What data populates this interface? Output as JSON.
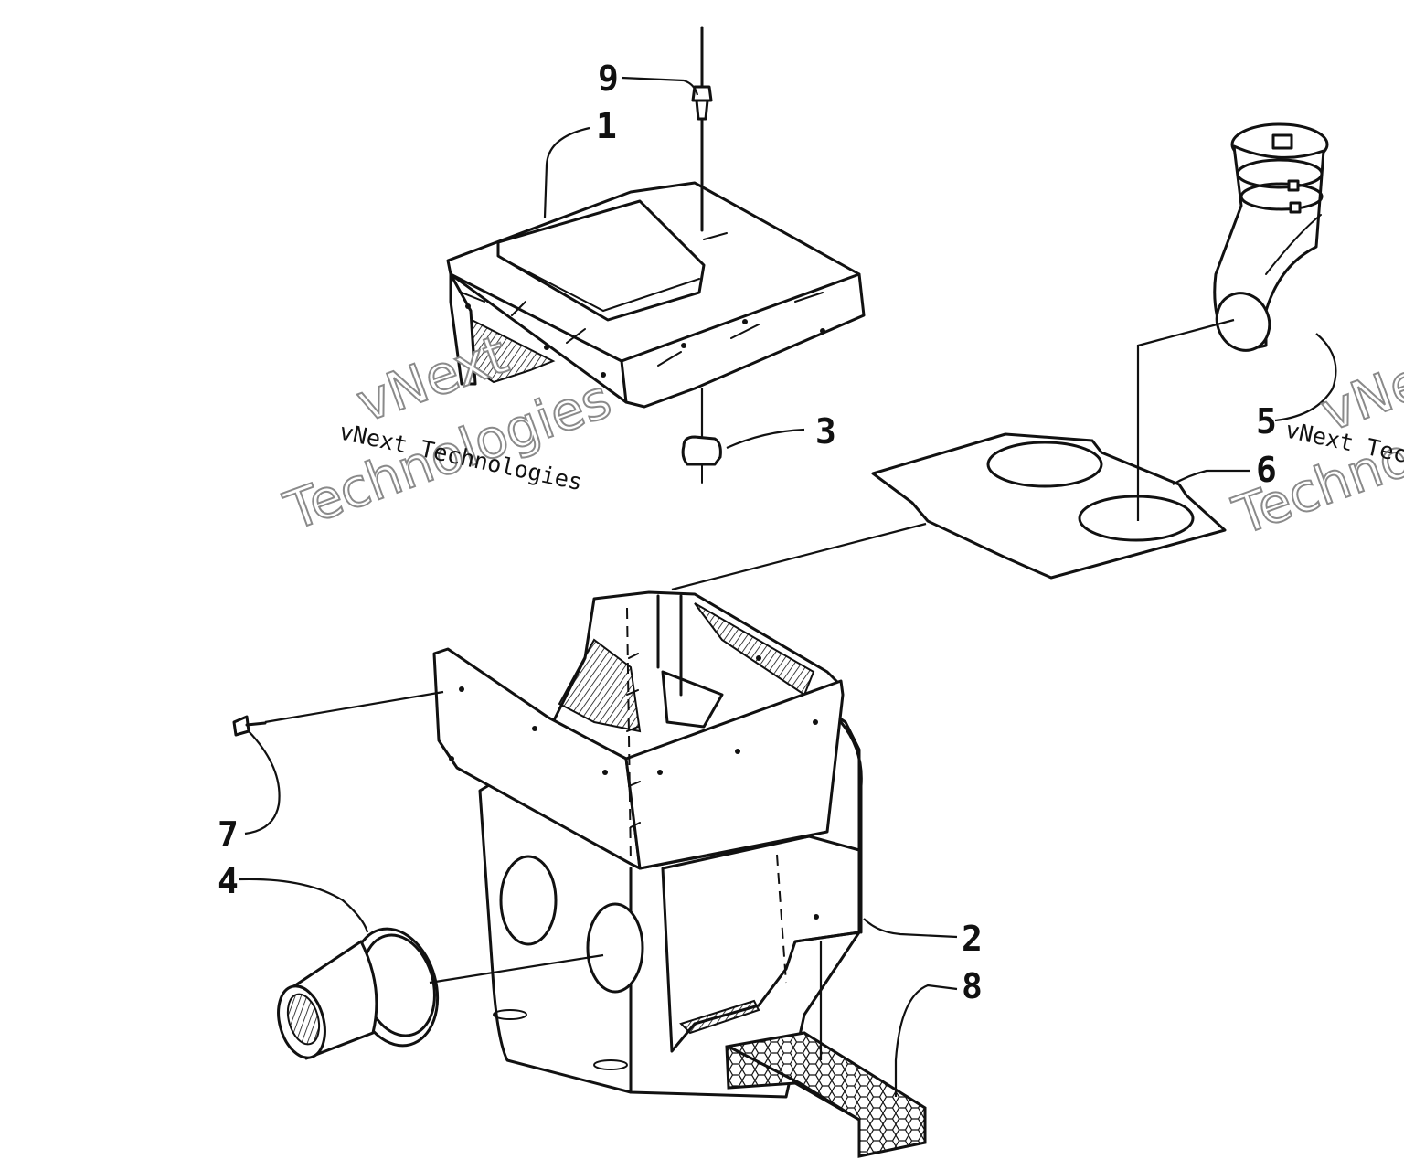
{
  "diagram": {
    "callouts": [
      {
        "id": "1",
        "label": "1"
      },
      {
        "id": "2",
        "label": "2"
      },
      {
        "id": "3",
        "label": "3"
      },
      {
        "id": "4",
        "label": "4"
      },
      {
        "id": "5",
        "label": "5"
      },
      {
        "id": "6",
        "label": "6"
      },
      {
        "id": "7",
        "label": "7"
      },
      {
        "id": "8",
        "label": "8"
      },
      {
        "id": "9",
        "label": "9"
      }
    ],
    "watermarks": {
      "small_text": "vNext Technologies",
      "big_line1": "vNext",
      "big_line2": "Technologies"
    }
  }
}
